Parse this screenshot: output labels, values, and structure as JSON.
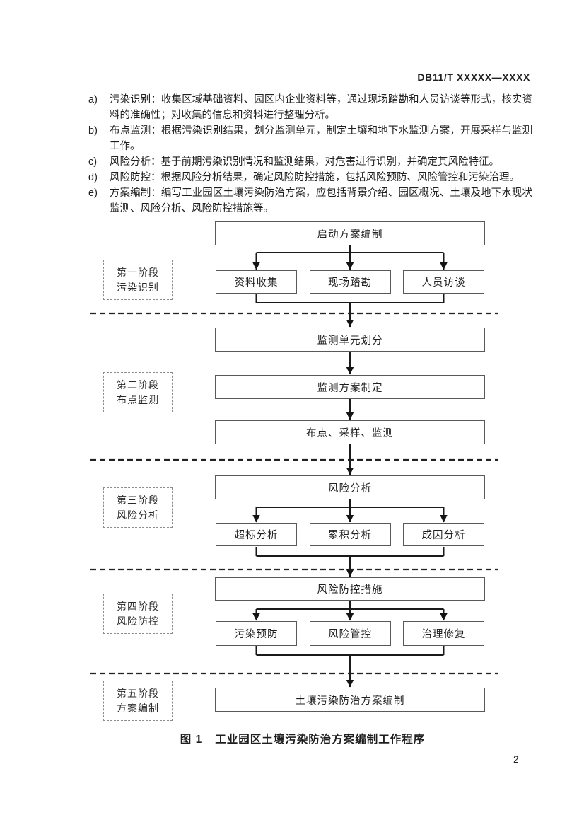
{
  "header": {
    "doc_number": "DB11/T XXXXX—XXXX"
  },
  "list_items": [
    {
      "marker": "a)",
      "text": "污染识别：收集区域基础资料、园区内企业资料等，通过现场踏勘和人员访谈等形式，核实资料的准确性；对收集的信息和资料进行整理分析。"
    },
    {
      "marker": "b)",
      "text": "布点监测：根据污染识别结果，划分监测单元，制定土壤和地下水监测方案，开展采样与监测工作。"
    },
    {
      "marker": "c)",
      "text": "风险分析：基于前期污染识别情况和监测结果，对危害进行识别，并确定其风险特征。"
    },
    {
      "marker": "d)",
      "text": "风险防控：根据风险分析结果，确定风险防控措施，包括风险预防、风险管控和污染治理。"
    },
    {
      "marker": "e)",
      "text": "方案编制：编写工业园区土壤污染防治方案，应包括背景介绍、园区概况、土壤及地下水现状监测、风险分析、风险防控措施等。"
    }
  ],
  "flowchart": {
    "stage_labels": [
      {
        "line1": "第一阶段",
        "line2": "污染识别"
      },
      {
        "line1": "第二阶段",
        "line2": "布点监测"
      },
      {
        "line1": "第三阶段",
        "line2": "风险分析"
      },
      {
        "line1": "第四阶段",
        "line2": "风险防控"
      },
      {
        "line1": "第五阶段",
        "line2": "方案编制"
      }
    ],
    "start_box": "启动方案编制",
    "stage1_boxes": [
      "资料收集",
      "现场踏勘",
      "人员访谈"
    ],
    "stage2_boxes": [
      "监测单元划分",
      "监测方案制定",
      "布点、采样、监测"
    ],
    "stage3_main_box": "风险分析",
    "stage3_boxes": [
      "超标分析",
      "累积分析",
      "成因分析"
    ],
    "stage4_main_box": "风险防控措施",
    "stage4_boxes": [
      "污染预防",
      "风险管控",
      "治理修复"
    ],
    "stage5_box": "土壤污染防治方案编制"
  },
  "caption": {
    "figure_label": "图 1",
    "figure_title": "工业园区土壤污染防治方案编制工作程序"
  },
  "footer": {
    "page_number": "2"
  },
  "colors": {
    "flow_line": "#1a1a1a",
    "box_border": "#595959",
    "stage_label_border": "#8c8c8c",
    "text": "#1f1f1f"
  }
}
